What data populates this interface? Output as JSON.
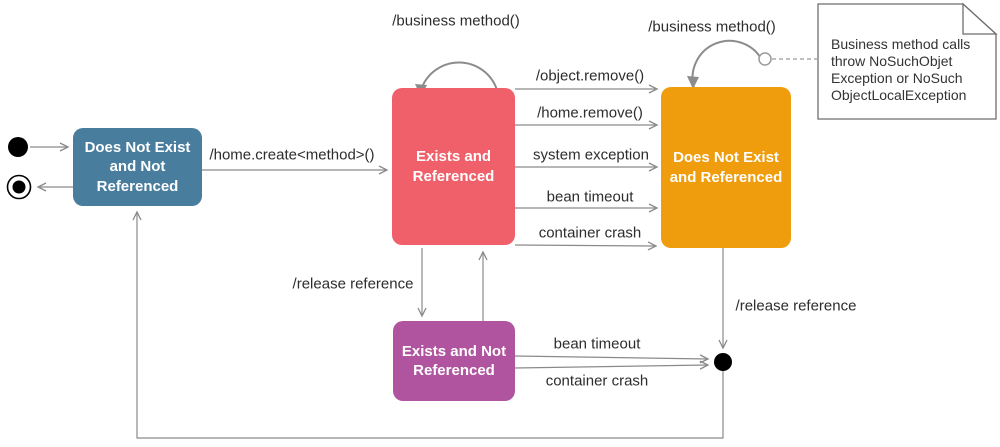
{
  "states": {
    "does_not_exist_not_referenced": {
      "label": "Does Not Exist and Not Referenced",
      "color": "#497d9e"
    },
    "exists_and_referenced": {
      "label": "Exists and Referenced",
      "color": "#f0606a"
    },
    "does_not_exist_and_referenced": {
      "label": "Does Not Exist and Referenced",
      "color": "#f09d0d"
    },
    "exists_and_not_referenced": {
      "label": "Exists and Not Referenced",
      "color": "#b1549f"
    }
  },
  "transitions": {
    "business_method_left": "/business method()",
    "business_method_right": "/business method()",
    "home_create": "/home.create<method>()",
    "object_remove": "/object.remove()",
    "home_remove": "/home.remove()",
    "system_exception": "system exception",
    "bean_timeout_top": "bean timeout",
    "container_crash_top": "container crash",
    "release_reference_left": "/release reference",
    "release_reference_right": "/release reference",
    "bean_timeout_bottom": "bean timeout",
    "container_crash_bottom": "container crash"
  },
  "note": {
    "text": "Business method calls throw NoSuchObjet Exception or NoSuch ObjectLocalException"
  },
  "colors": {
    "line": "#8a8a8a",
    "label_text": "#2d2d2d",
    "state_text": "#ffffff",
    "note_border": "#6e6e6e"
  }
}
